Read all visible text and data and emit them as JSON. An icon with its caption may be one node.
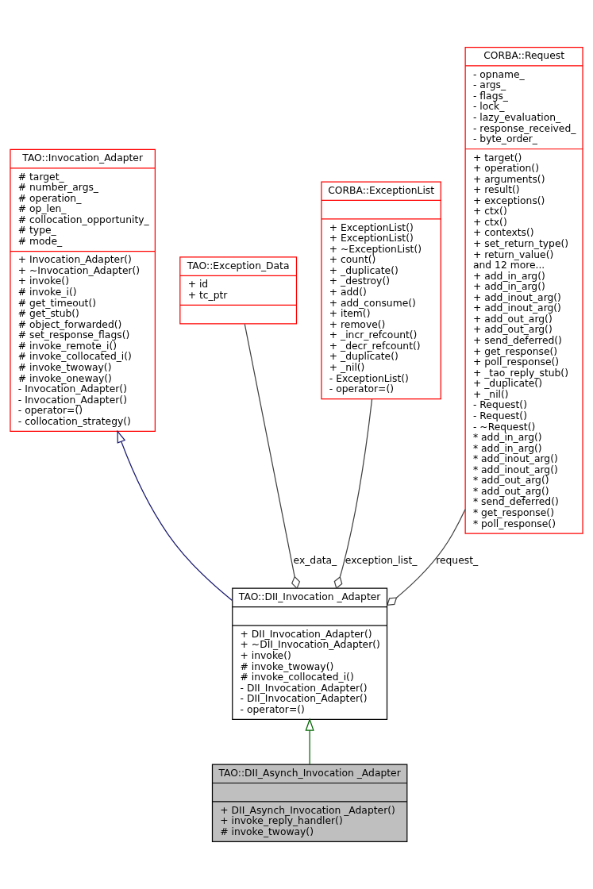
{
  "diagram": {
    "nodes": [
      {
        "text": [
          "TAO::Invocation_Adapter",
          "# target_",
          "# number_args_",
          "# operation_",
          "# op_len_",
          "# collocation_opportunity_",
          "# type_",
          "# mode_",
          "+ Invocation_Adapter()",
          "+ ~Invocation_Adapter()",
          "+ invoke()",
          "# invoke_i()",
          "# get_timeout()",
          "# get_stub()",
          "# object_forwarded()",
          "# set_response_flags()",
          "# invoke_remote_i()",
          "# invoke_collocated_i()",
          "# invoke_twoway()",
          "# invoke_oneway()",
          "- Invocation_Adapter()",
          "- Invocation_Adapter()",
          "- operator=()",
          "- collocation_strategy()"
        ]
      },
      {
        "text": [
          "TAO::Exception_Data",
          "+ id",
          "+ tc_ptr"
        ]
      },
      {
        "text": [
          "CORBA::ExceptionList",
          "+ ExceptionList()",
          "+ ExceptionList()",
          "+ ~ExceptionList()",
          "+ count()",
          "+ _duplicate()",
          "+ _destroy()",
          "+ add()",
          "+ add_consume()",
          "+ item()",
          "+ remove()",
          "+ _incr_refcount()",
          "+ _decr_refcount()",
          "+ _duplicate()",
          "+ _nil()",
          "- ExceptionList()",
          "- operator=()"
        ]
      },
      {
        "text": [
          "CORBA::Request",
          "- opname_",
          "- args_",
          "- flags_",
          "- lock_",
          "- lazy_evaluation_",
          "- response_received_",
          "- byte_order_",
          "+ target()",
          "+ operation()",
          "+ arguments()",
          "+ result()",
          "+ exceptions()",
          "+ ctx()",
          "+ ctx()",
          "+ contexts()",
          "+ set_return_type()",
          "+ return_value()",
          "and 12 more...",
          "+ add_in_arg()",
          "+ add_in_arg()",
          "+ add_inout_arg()",
          "+ add_inout_arg()",
          "+ add_out_arg()",
          "+ add_out_arg()",
          "+ send_deferred()",
          "+ get_response()",
          "+ poll_response()",
          "+ _tao_reply_stub()",
          "+ _duplicate()",
          "+ _nil()",
          "- Request()",
          "- Request()",
          "- ~Request()",
          "* add_in_arg()",
          "* add_in_arg()",
          "* add_inout_arg()",
          "* add_inout_arg()",
          "* add_out_arg()",
          "* add_out_arg()",
          "* send_deferred()",
          "* get_response()",
          "* poll_response()"
        ]
      },
      {
        "text": [
          "TAO::DII_Invocation _Adapter",
          "+ DII_Invocation_Adapter()",
          "+ ~DII_Invocation_Adapter()",
          "+ invoke()",
          "# invoke_twoway()",
          "# invoke_collocated_i()",
          "- DII_Invocation_Adapter()",
          "- DII_Invocation_Adapter()",
          "- operator=()"
        ]
      },
      {
        "text": [
          "TAO::DII_Asynch_Invocation _Adapter",
          "+ DII_Asynch_Invocation _Adapter()",
          "+ invoke_reply_handler()",
          "# invoke_twoway()"
        ]
      }
    ],
    "edges": [
      {
        "from": 4,
        "to": 0,
        "arrow": "to",
        "color": "#191970"
      },
      {
        "from": 4,
        "to": 1,
        "arrow": "other",
        "label": "ex_data_"
      },
      {
        "from": 4,
        "to": 2,
        "arrow": "other",
        "label": "exception_list_"
      },
      {
        "from": 4,
        "to": 3,
        "arrow": "other",
        "label": "request_"
      },
      {
        "from": 5,
        "to": 4,
        "arrow": "to",
        "color": "#006400"
      }
    ]
  }
}
